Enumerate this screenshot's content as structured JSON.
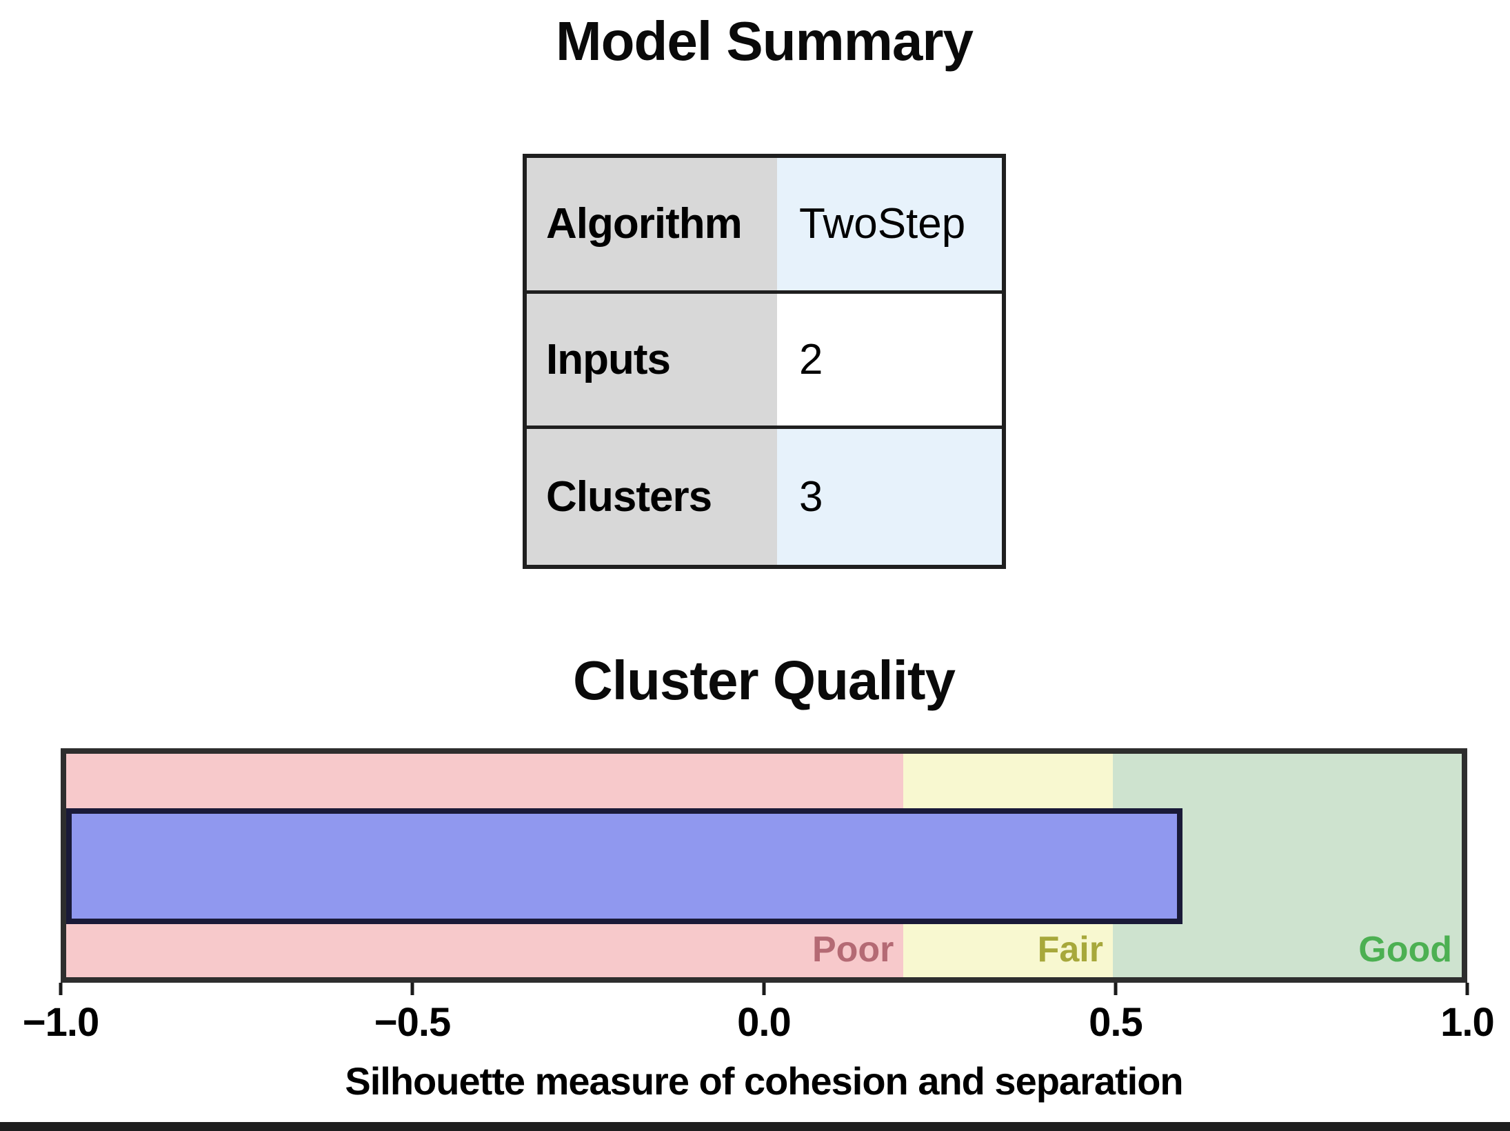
{
  "model_summary": {
    "title": "Model Summary",
    "rows": [
      {
        "label": "Algorithm",
        "value": "TwoStep"
      },
      {
        "label": "Inputs",
        "value": "2"
      },
      {
        "label": "Clusters",
        "value": "3"
      }
    ],
    "header_bg": "#d8d8d8",
    "value_bg_alt": "#e7f2fb"
  },
  "cluster_quality": {
    "title": "Cluster Quality"
  },
  "chart_data": {
    "type": "bar",
    "title": "Cluster Quality",
    "orientation": "horizontal",
    "value": 0.6,
    "xlabel": "Silhouette measure of cohesion and separation",
    "xlim": [
      -1.0,
      1.0
    ],
    "grid": false,
    "ticks": [
      {
        "value": -1.0,
        "label": "−1.0"
      },
      {
        "value": -0.5,
        "label": "−0.5"
      },
      {
        "value": 0.0,
        "label": "0.0"
      },
      {
        "value": 0.5,
        "label": "0.5"
      },
      {
        "value": 1.0,
        "label": "1.0"
      }
    ],
    "zones": [
      {
        "label": "Poor",
        "start": -1.0,
        "end": 0.2,
        "color": "#f7c9cb",
        "label_color": "#b46a74"
      },
      {
        "label": "Fair",
        "start": 0.2,
        "end": 0.5,
        "color": "#f8f8d0",
        "label_color": "#a7a83b"
      },
      {
        "label": "Good",
        "start": 0.5,
        "end": 1.0,
        "color": "#cee3cf",
        "label_color": "#4cb052"
      }
    ],
    "bar_color": "#9098ef",
    "bar_border_color": "#1a1a38"
  }
}
